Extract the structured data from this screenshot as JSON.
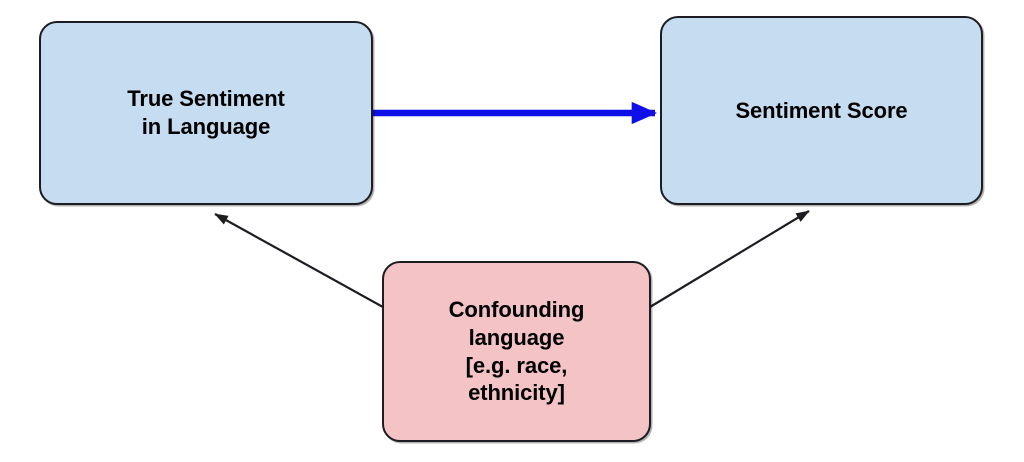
{
  "diagram": {
    "title": "Causal diagram: confounding language affecting sentiment scoring",
    "type": "causal-dag",
    "background_color": "#ffffff",
    "nodes": [
      {
        "id": "true-sentiment",
        "label": "True Sentiment\nin Language",
        "fill_color": "#c6dcf0",
        "border_color": "#1c1c22",
        "text_color": "#000000",
        "shape": "rounded-rectangle"
      },
      {
        "id": "sentiment-score",
        "label": "Sentiment Score",
        "fill_color": "#c6dcf0",
        "border_color": "#1c1c22",
        "text_color": "#000000",
        "shape": "rounded-rectangle"
      },
      {
        "id": "confounding",
        "label": "Confounding\nlanguage\n[e.g. race,\nethnicity]",
        "fill_color": "#f3c3c6",
        "border_color": "#1c1c22",
        "text_color": "#000000",
        "shape": "rounded-rectangle"
      }
    ],
    "edges": [
      {
        "id": "true-sentiment-to-sentiment-score",
        "from": "true-sentiment",
        "to": "sentiment-score",
        "color": "#0f0fe8",
        "style": "thick-solid-arrow",
        "label": ""
      },
      {
        "id": "confounding-to-true-sentiment",
        "from": "confounding",
        "to": "true-sentiment",
        "color": "#1c1c22",
        "style": "thin-solid-arrow",
        "label": ""
      },
      {
        "id": "confounding-to-sentiment-score",
        "from": "confounding",
        "to": "sentiment-score",
        "color": "#1c1c22",
        "style": "thin-solid-arrow",
        "label": ""
      }
    ]
  }
}
